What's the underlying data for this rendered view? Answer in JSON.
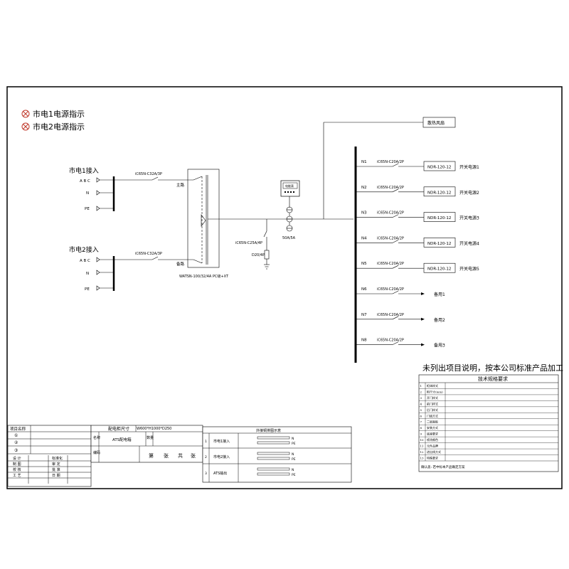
{
  "legend": {
    "items": [
      {
        "label": "市电1电源指示"
      },
      {
        "label": "市电2电源指示"
      }
    ]
  },
  "inputs": [
    {
      "title": "市电1接入",
      "phases": "A B C",
      "neutral": "N",
      "pe": "PE",
      "breaker": "iC65N-C32A/3P",
      "ats_terminal": "主路"
    },
    {
      "title": "市电2接入",
      "phases": "A B C",
      "neutral": "N",
      "pe": "PE",
      "breaker": "iC65N-C32A/3P",
      "ats_terminal": "备路"
    }
  ],
  "ats": {
    "model": "WATSN-100/32/4A PC级+XT"
  },
  "spd": {
    "breaker": "iC65N-C25A/4P",
    "arrester": "D20/4P"
  },
  "meter": {
    "label": "电能表",
    "ct": "50A/5A"
  },
  "fan": {
    "label": "散热风扇"
  },
  "feeders": [
    {
      "id": "N1",
      "breaker": "iC65N-C20A/2P",
      "device": "NDR-120-12",
      "load": "开关电源1"
    },
    {
      "id": "N2",
      "breaker": "iC65N-C20A/2P",
      "device": "NDR-120-12",
      "load": "开关电源2"
    },
    {
      "id": "N3",
      "breaker": "iC65N-C20A/2P",
      "device": "NDR-120-12",
      "load": "开关电源3"
    },
    {
      "id": "N4",
      "breaker": "iC65N-C20A/2P",
      "device": "NDR-120-12",
      "load": "开关电源4"
    },
    {
      "id": "N5",
      "breaker": "iC65N-C20A/2P",
      "device": "NDR-120-12",
      "load": "开关电源5"
    },
    {
      "id": "N6",
      "breaker": "iC65N-C20A/2P",
      "device": "",
      "load": "备用1"
    },
    {
      "id": "N7",
      "breaker": "iC65N-C20A/2P",
      "device": "",
      "load": "备用2"
    },
    {
      "id": "N8",
      "breaker": "iC65N-C20A/2P",
      "device": "",
      "load": "备用3"
    }
  ],
  "notice": "未列出项目说明，按本公司标准产品加工",
  "spec": {
    "title": "技术规格要求",
    "rows": [
      {
        "num": "1",
        "label": "柜体样式",
        "value": ""
      },
      {
        "num": "2",
        "label": "柜尺寸(mm)",
        "value": ""
      },
      {
        "num": "3",
        "label": "开门样式",
        "value": ""
      },
      {
        "num": "4",
        "label": "前门样式",
        "value": ""
      },
      {
        "num": "5",
        "label": "后门样式",
        "value": ""
      },
      {
        "num": "6",
        "label": "门锁方式",
        "value": ""
      },
      {
        "num": "7",
        "label": "二层面板",
        "value": ""
      },
      {
        "num": "8",
        "label": "安装方式",
        "value": ""
      },
      {
        "num": "9",
        "label": "底座要求",
        "value": ""
      },
      {
        "num": "10",
        "label": "喷涂颜色",
        "value": ""
      },
      {
        "num": "11",
        "label": "元件品牌",
        "value": ""
      },
      {
        "num": "12",
        "label": "进出线方式",
        "value": ""
      },
      {
        "num": "13",
        "label": "特殊要求",
        "value": ""
      }
    ],
    "footer": "确认盖: 若中标本产品确定方案"
  },
  "title_block": {
    "left": {
      "header": "项目名称",
      "rows": [
        "①",
        "②",
        "③"
      ],
      "sig_rows": [
        [
          "设 计",
          "标准化"
        ],
        [
          "制 图",
          "审 定"
        ],
        [
          "校 核",
          "批 准"
        ],
        [
          "工 艺",
          "日 期"
        ]
      ]
    },
    "middle": {
      "size_label": "配电柜尺寸",
      "size_value": "W600*H1000*D250",
      "name_label": "名称",
      "name_value": "ATS配电箱",
      "code_label": "编码",
      "qty_label": "数量",
      "sheet_di": "第",
      "sheet_zhang": "张",
      "sheet_gong": "共",
      "sheet_zhang2": "张"
    },
    "right": {
      "header": "外接铜排图示意",
      "rows": [
        {
          "label": "市电1接入",
          "n": "N",
          "pe": "PE"
        },
        {
          "label": "市电2接入",
          "n": "N",
          "pe": "PE"
        },
        {
          "label": "ATS输出",
          "n": "N",
          "pe": "PE"
        }
      ]
    }
  }
}
